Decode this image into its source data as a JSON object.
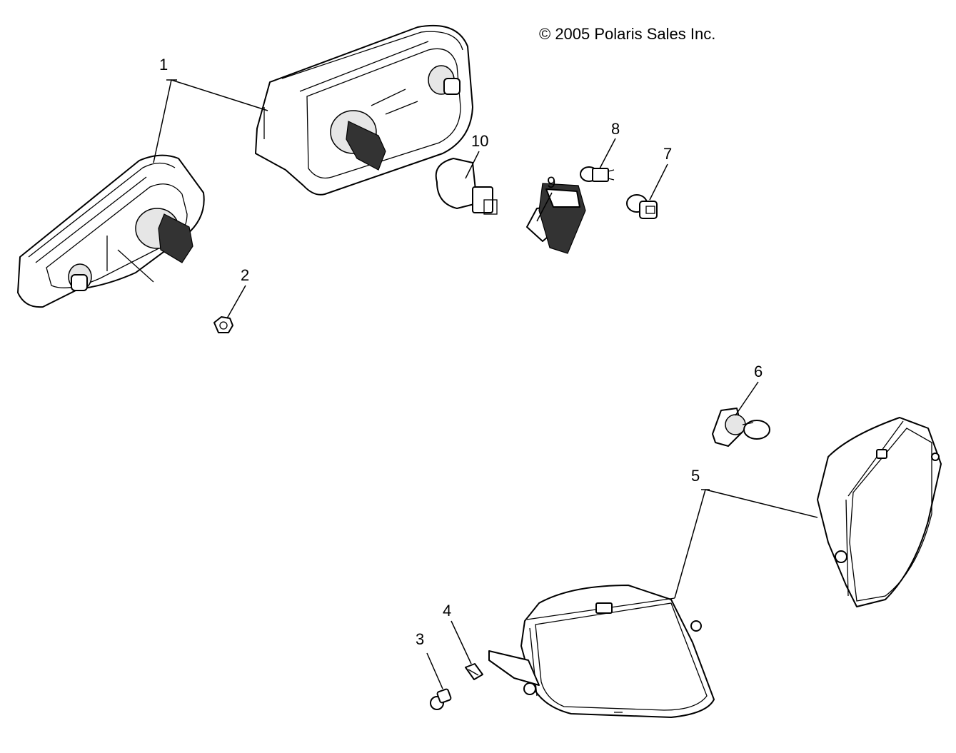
{
  "copyright": "© 2005 Polaris Sales Inc.",
  "callouts": {
    "c1": "1",
    "c2": "2",
    "c3": "3",
    "c4": "4",
    "c5": "5",
    "c6": "6",
    "c7": "7",
    "c8": "8",
    "c9": "9",
    "c10": "10"
  }
}
